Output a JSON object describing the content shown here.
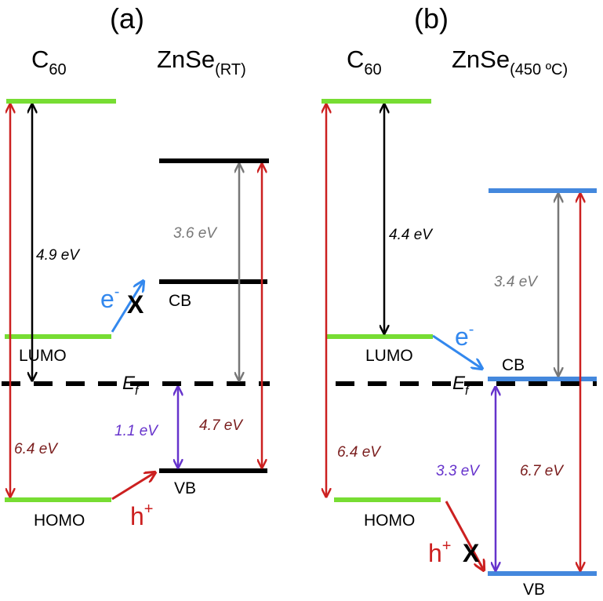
{
  "colors": {
    "c60": "#77dd33",
    "znse_rt": "#000000",
    "znse_450": "#4488dd",
    "red": "#cc2020",
    "dark_red": "#7a1d1d",
    "grey": "#777777",
    "purple": "#6633cc",
    "blue": "#3388ee",
    "black": "#000000"
  },
  "panel_a": {
    "title": "(a)",
    "c60_label": "C",
    "c60_sub": "60",
    "znse_label": "ZnSe",
    "znse_sub": "(RT)",
    "lumo": "LUMO",
    "homo": "HOMO",
    "cb": "CB",
    "vb": "VB",
    "ef": "E",
    "ef_sub": "f",
    "gap_c60": "4.9 eV",
    "ip_c60": "6.4 eV",
    "gap_znse": "3.6 eV",
    "ip_znse": "4.7 eV",
    "ef_vb": "1.1 eV",
    "electron": "e",
    "electron_sup": "-",
    "hole": "h",
    "hole_sup": "+",
    "blocked": "X"
  },
  "panel_b": {
    "title": "(b)",
    "c60_label": "C",
    "c60_sub": "60",
    "znse_label": "ZnSe",
    "znse_sub": "(450 ºC)",
    "lumo": "LUMO",
    "homo": "HOMO",
    "cb": "CB",
    "vb": "VB",
    "ef": "E",
    "ef_sub": "f",
    "gap_c60": "4.4 eV",
    "ip_c60": "6.4 eV",
    "gap_znse": "3.4 eV",
    "ip_znse": "6.7 eV",
    "ef_vb": "3.3 eV",
    "electron": "e",
    "electron_sup": "-",
    "hole": "h",
    "hole_sup": "+",
    "blocked": "X"
  }
}
